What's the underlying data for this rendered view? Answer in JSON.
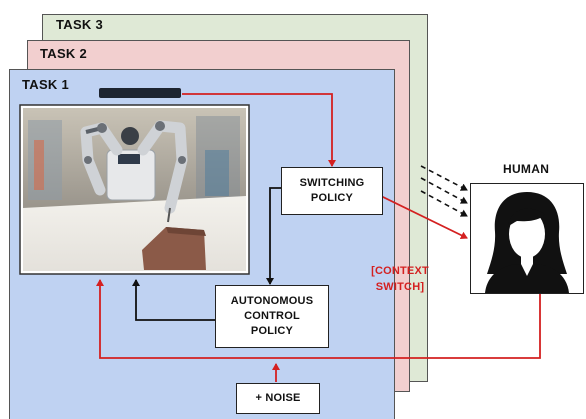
{
  "tasks": [
    {
      "label": "TASK 3",
      "color": "#dfe9d6"
    },
    {
      "label": "TASK 2",
      "color": "#f2cfcf"
    },
    {
      "label": "TASK 1",
      "color": "#bfd2f2"
    }
  ],
  "boxes": {
    "switching_policy": "SWITCHING\nPOLICY",
    "autonomous_control_policy": "AUTONOMOUS\nCONTROL\nPOLICY",
    "noise": "+ NOISE"
  },
  "context_switch_label": "[CONTEXT\nSWITCH]",
  "human": {
    "label": "HUMAN"
  },
  "colors": {
    "arrow_red": "#d42020",
    "arrow_black": "#111111"
  }
}
